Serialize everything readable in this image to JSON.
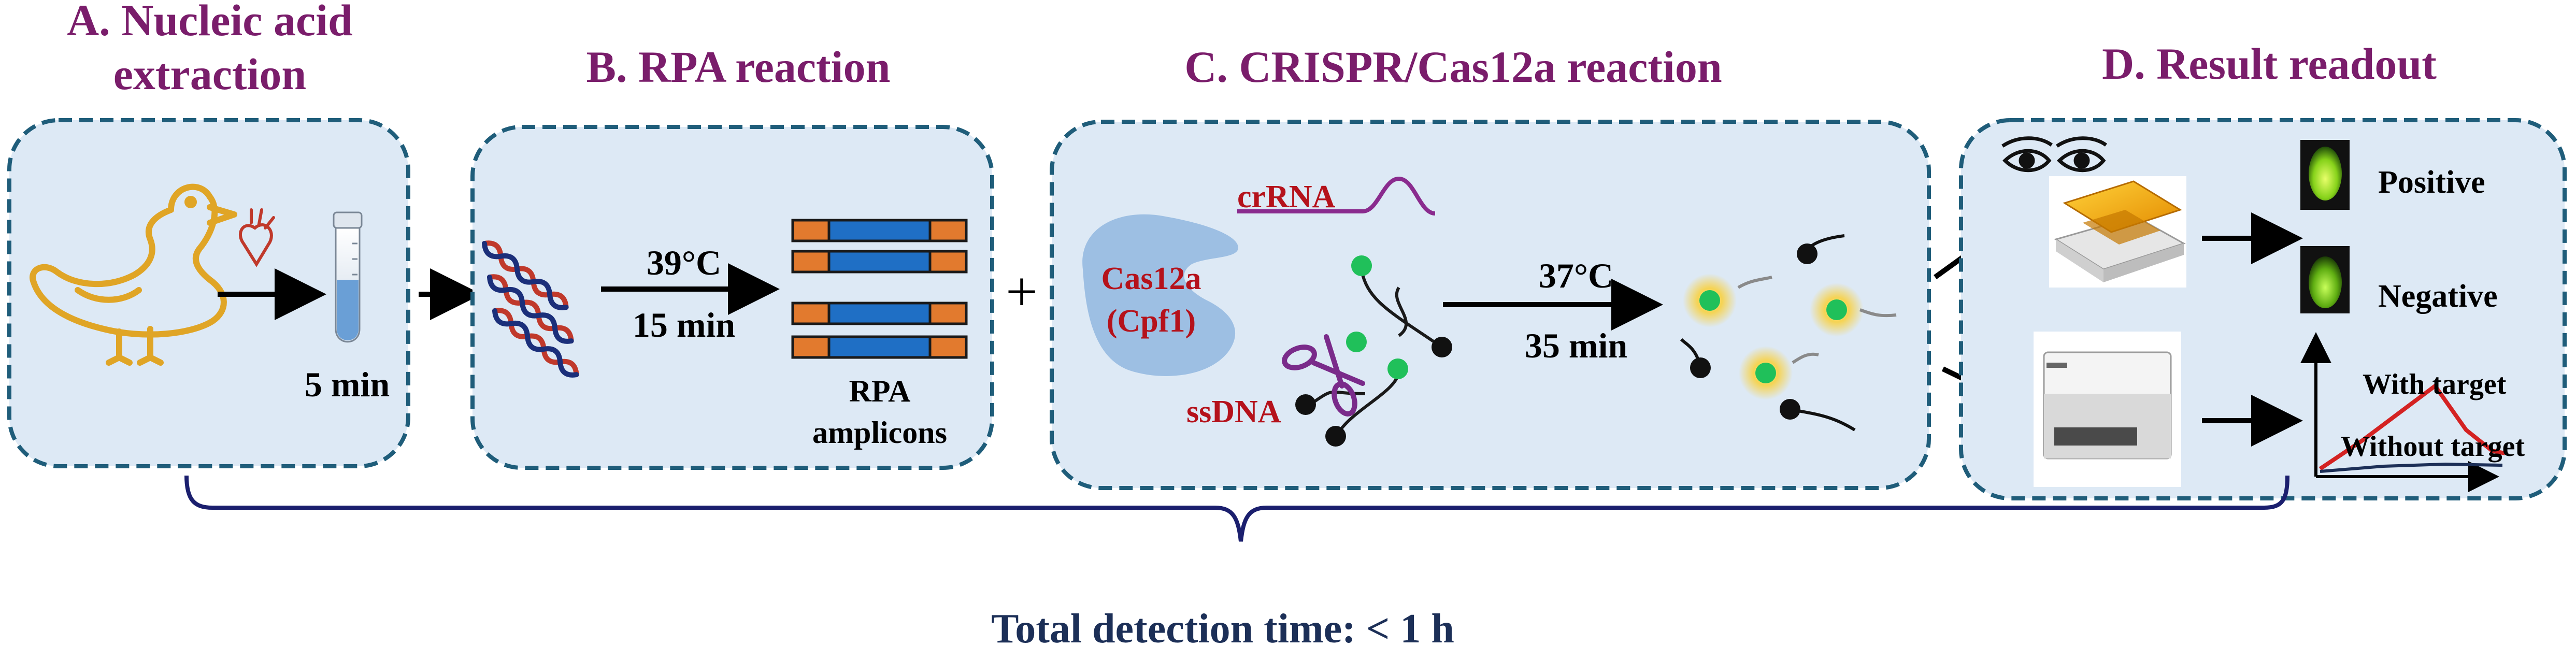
{
  "panels": {
    "a": {
      "title_line1": "A. Nucleic acid",
      "title_line2": "extraction",
      "time": "5 min"
    },
    "b": {
      "title": "B. RPA reaction",
      "temp": "39°C",
      "time": "15 min",
      "label_line1": "RPA",
      "label_line2": "amplicons"
    },
    "c": {
      "title": "C. CRISPR/Cas12a reaction",
      "crrna": "crRNA",
      "cas_line1": "Cas12a",
      "cas_line2": "(Cpf1)",
      "ssdna": "ssDNA",
      "temp": "37°C",
      "time": "35 min"
    },
    "d": {
      "title": "D. Result readout",
      "positive": "Positive",
      "negative": "Negative",
      "with_target": "With target",
      "without_target": "Without target"
    }
  },
  "plus_sign": "+",
  "total_time": "Total detection time: <  1 h",
  "colors": {
    "panel_fill": "#dde9f5",
    "panel_border": "#1f5d7a",
    "title_purple": "#7a1d6b",
    "red_label": "#b5121b",
    "brace": "#1b1f6e",
    "amplicon_blue": "#1f6fc5",
    "amplicon_orange": "#e27a2e",
    "fluor_green": "#20c05a",
    "glow": "#f7d24a"
  }
}
